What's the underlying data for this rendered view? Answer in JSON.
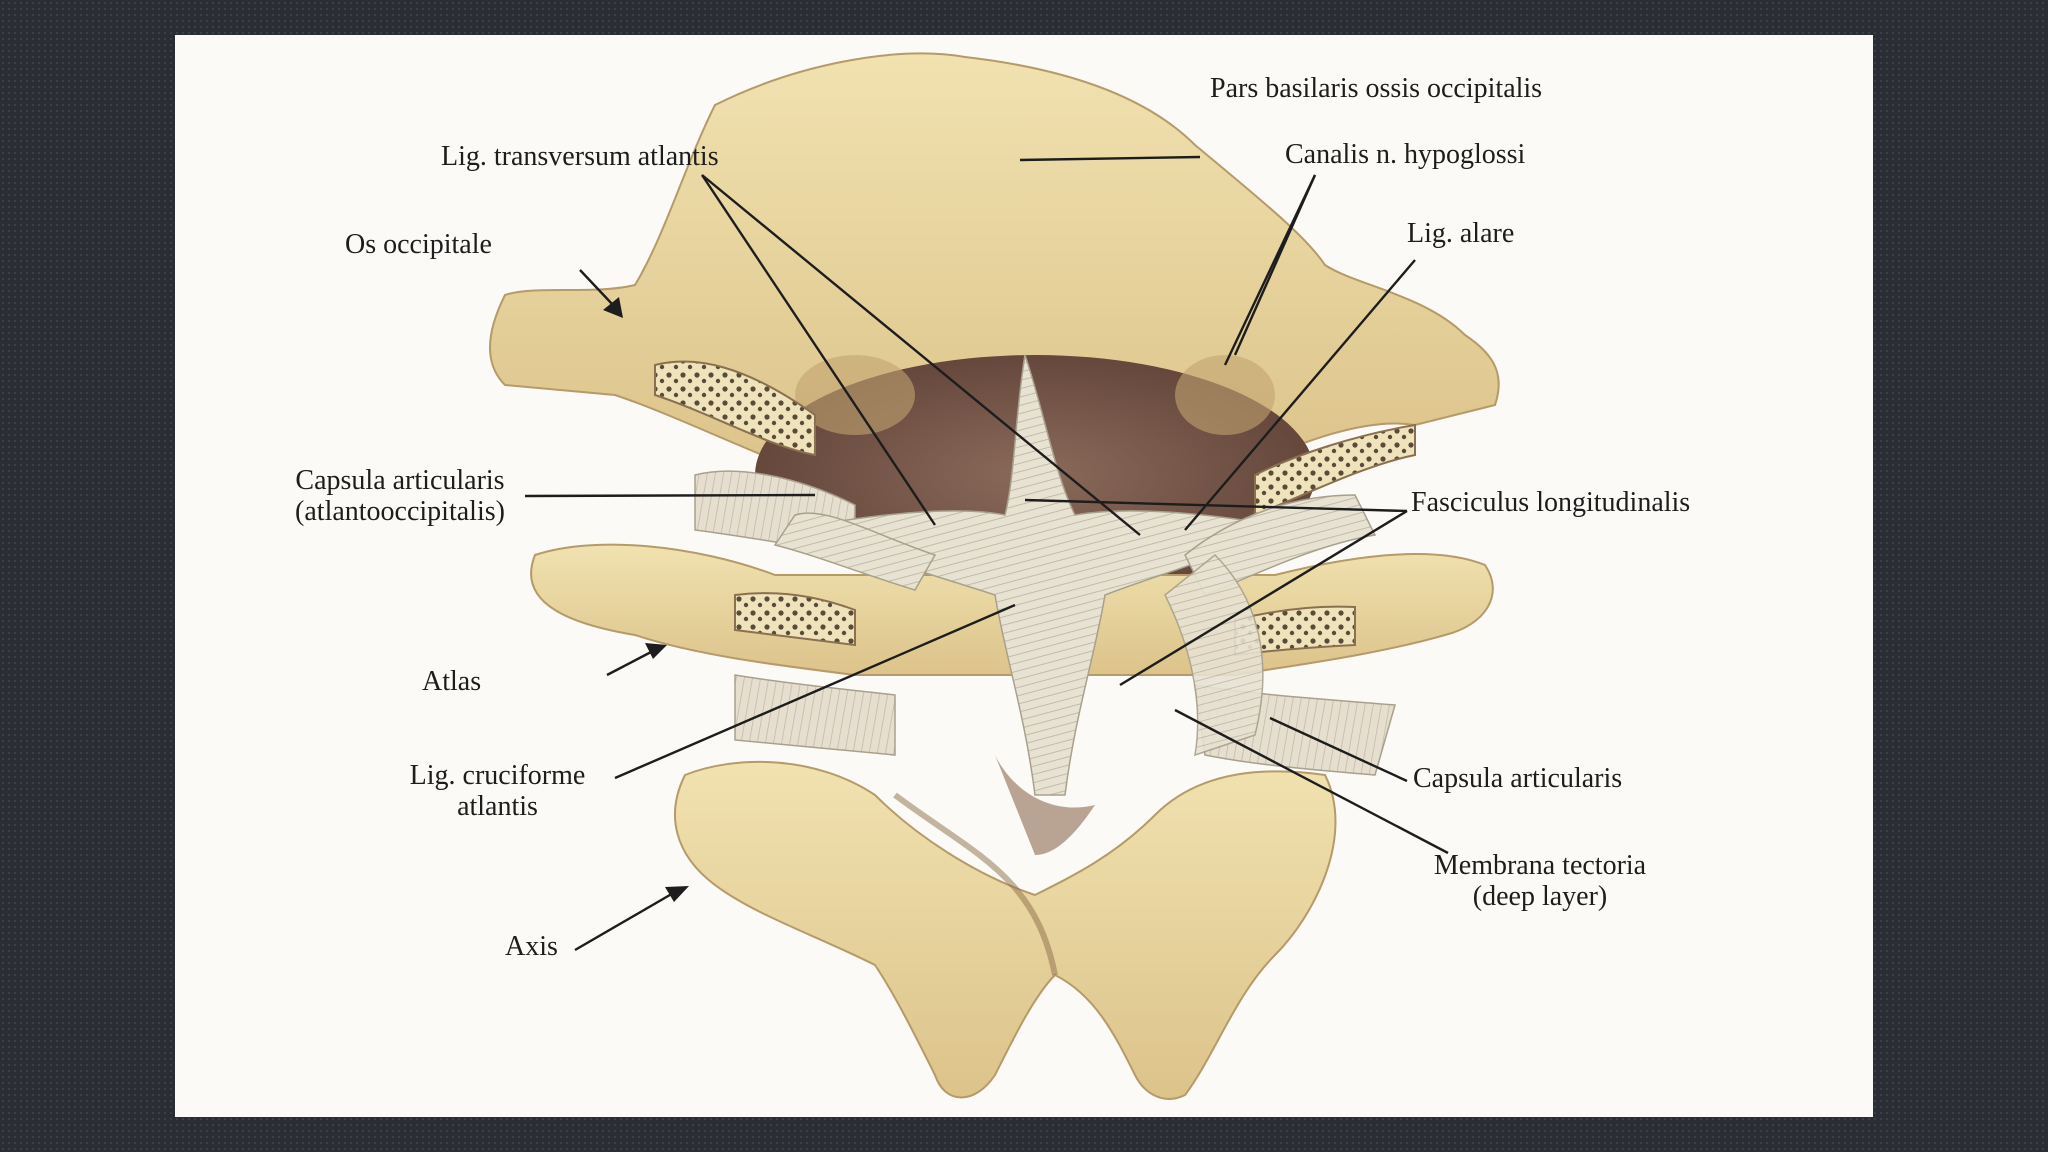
{
  "labels": {
    "pars_basilaris": "Pars basilaris ossis occipitalis",
    "lig_transversum": "Lig. transversum atlantis",
    "canalis_hypoglossi": "Canalis n. hypoglossi",
    "os_occipitale": "Os occipitale",
    "lig_alare": "Lig. alare",
    "capsula_ao_line1": "Capsula articularis",
    "capsula_ao_line2": "(atlantooccipitalis)",
    "fasciculus": "Fasciculus longitudinalis",
    "atlas": "Atlas",
    "cruciforme_line1": "Lig. cruciforme",
    "cruciforme_line2": "atlantis",
    "capsula_articularis": "Capsula articularis",
    "membrana_line1": "Membrana tectoria",
    "membrana_line2": "(deep layer)",
    "axis": "Axis"
  },
  "colors": {
    "slide_background": "#2a2d33",
    "panel_background": "#fbfaf6",
    "bone": "#e9d7a0",
    "bone_shadow": "#a0825a",
    "ligament": "#e8e2d2",
    "label_text": "#1d1d1d"
  }
}
